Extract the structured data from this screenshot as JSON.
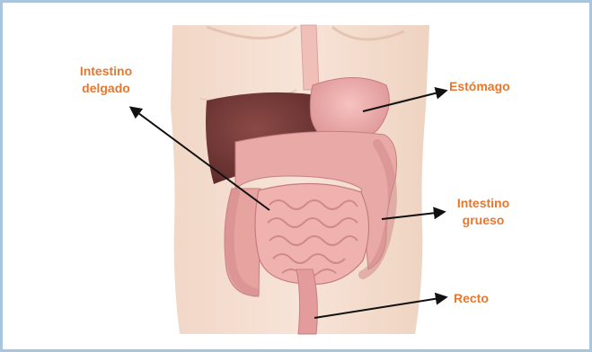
{
  "labels": {
    "small_intestine": [
      "Intestino",
      "delgado"
    ],
    "stomach": "Estómago",
    "large_intestine": [
      "Intestino",
      "grueso"
    ],
    "rectum": "Recto"
  },
  "colors": {
    "label": "#e8772e",
    "border": "#a9c6de",
    "arrow": "#111111"
  }
}
